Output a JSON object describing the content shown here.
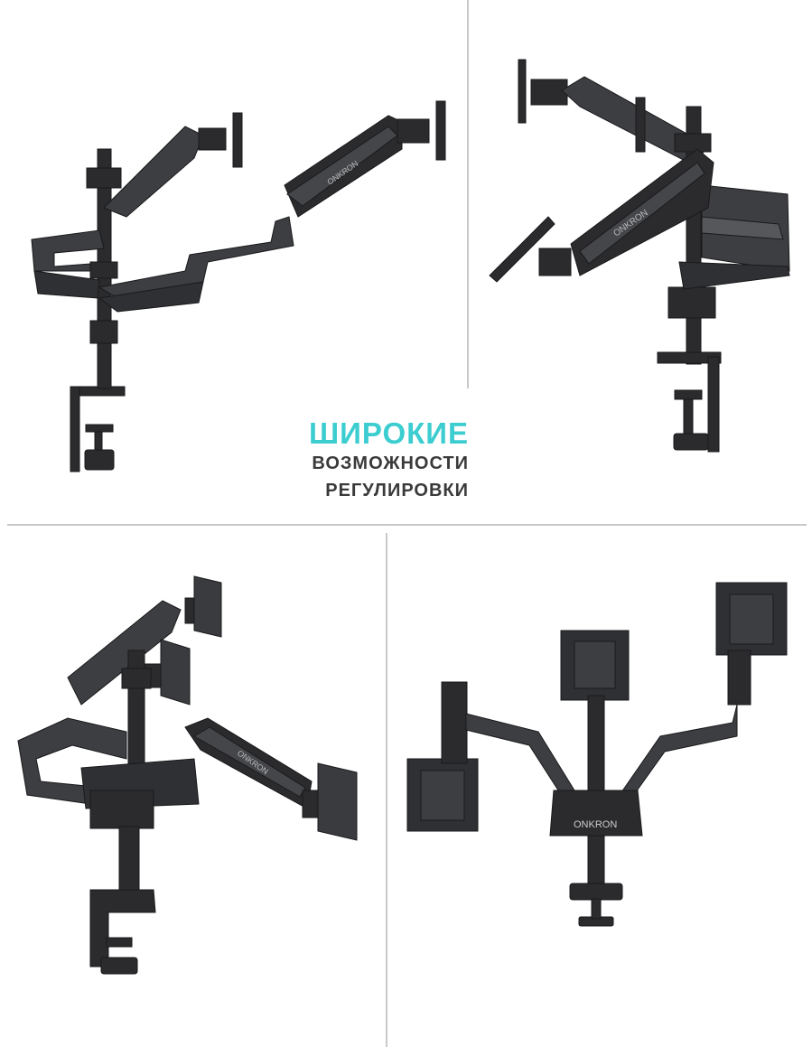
{
  "headline": {
    "line1": "ШИРОКИЕ",
    "line2": "ВОЗМОЖНОСТИ",
    "line3": "РЕГУЛИРОВКИ"
  },
  "brand": "ONKRON",
  "colors": {
    "accent": "#3ccdd0",
    "text": "#3a3a3a",
    "metal_dark": "#2b2b2d",
    "metal_mid": "#3d3e41",
    "metal_light": "#55575b",
    "divider": "#c9c9c9",
    "background": "#ffffff"
  },
  "images": [
    {
      "icon": "triple-monitor-arm-side-view"
    },
    {
      "icon": "triple-monitor-arm-rear-angle-view"
    },
    {
      "icon": "triple-monitor-arm-extended-view"
    },
    {
      "icon": "triple-monitor-arm-front-view"
    }
  ]
}
